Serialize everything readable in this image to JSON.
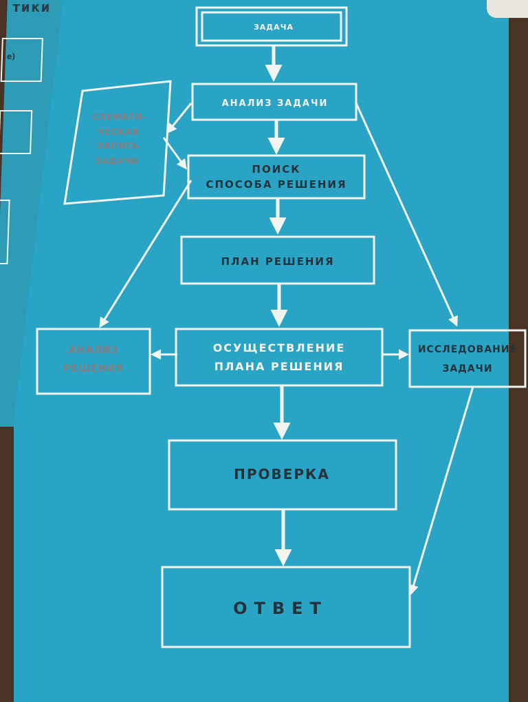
{
  "diagram": {
    "nodes": {
      "task": "ЗАДАЧА",
      "analysis": "АНАЛИЗ ЗАДАЧИ",
      "schematic": [
        "СХЕМАТИ-",
        "ЧЕСКАЯ",
        "ЗАПИСЬ",
        "ЗАДАЧИ"
      ],
      "search": [
        "ПОИСК",
        "СПОСОБА РЕШЕНИЯ"
      ],
      "plan": "ПЛАН РЕШЕНИЯ",
      "execution": [
        "ОСУЩЕСТВЛЕНИЕ",
        "ПЛАНА РЕШЕНИЯ"
      ],
      "solution_analysis": [
        "АНАЛИЗ",
        "РЕШЕНИЯ"
      ],
      "investigation": [
        "ИССЛЕДОВАНИЕ",
        "ЗАДАЧИ"
      ],
      "check": "ПРОВЕРКА",
      "answer": "ОТВЕТ"
    },
    "edges": [
      [
        "task",
        "analysis"
      ],
      [
        "analysis",
        "search"
      ],
      [
        "analysis",
        "schematic"
      ],
      [
        "schematic",
        "search"
      ],
      [
        "analysis",
        "investigation"
      ],
      [
        "search",
        "plan"
      ],
      [
        "search",
        "solution_analysis"
      ],
      [
        "plan",
        "execution"
      ],
      [
        "execution",
        "solution_analysis"
      ],
      [
        "execution",
        "investigation"
      ],
      [
        "execution",
        "check"
      ],
      [
        "check",
        "answer"
      ],
      [
        "investigation",
        "answer"
      ]
    ],
    "colors": {
      "background": "#2aa4c4",
      "line": "#f2f4f0",
      "text_dark": "#23323b",
      "text_light": "#f2f4f0",
      "text_muted": "#8c7a7a"
    }
  },
  "left_page": {
    "header_text": "тики",
    "box_text": "е)"
  }
}
